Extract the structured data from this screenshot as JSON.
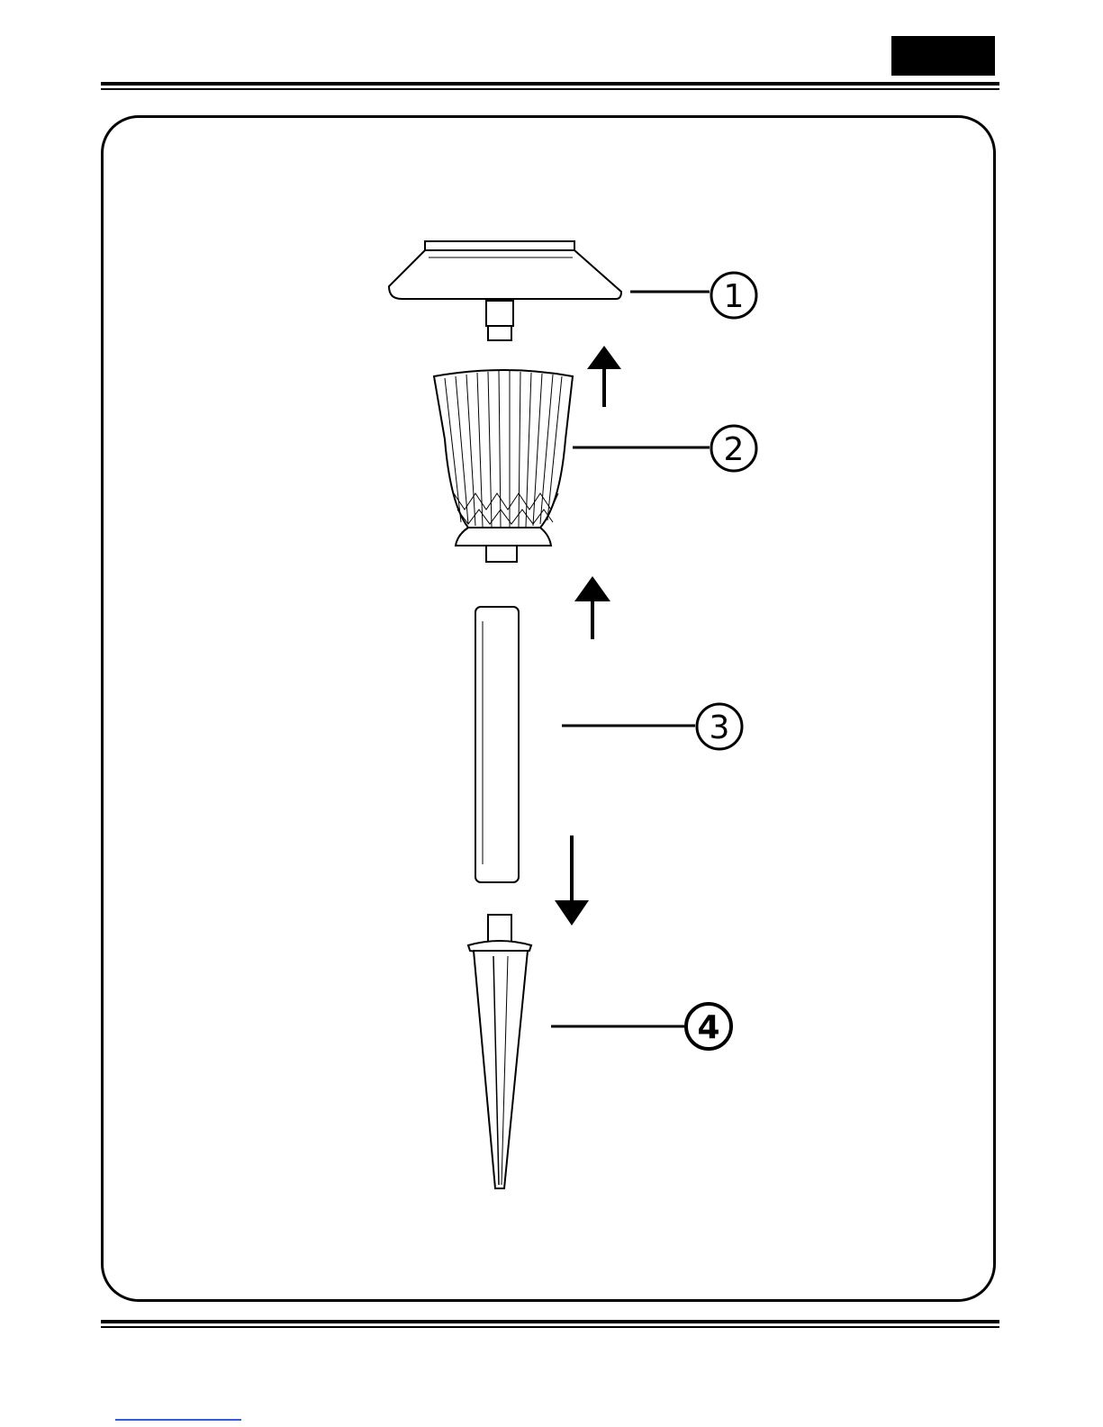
{
  "header": {
    "tab_color": "#000000"
  },
  "callouts": [
    {
      "number": "1",
      "part": "cap-with-solar-head"
    },
    {
      "number": "2",
      "part": "lamp-shade"
    },
    {
      "number": "3",
      "part": "tube"
    },
    {
      "number": "4",
      "part": "ground-spike"
    }
  ],
  "arrows": [
    "arrow-up",
    "arrow-up",
    "arrow-down"
  ],
  "colors": {
    "line": "#000000",
    "background": "#ffffff",
    "footer_link": "#3a5bd9"
  }
}
